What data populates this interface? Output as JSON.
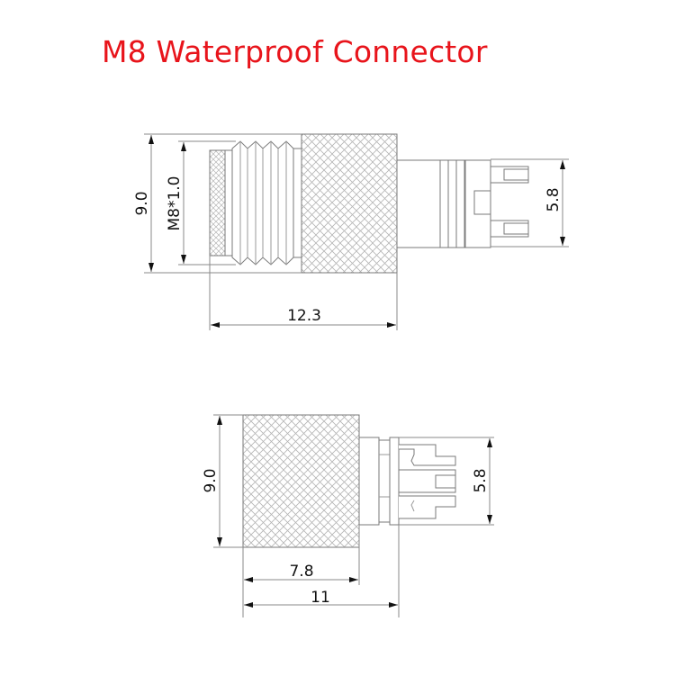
{
  "title": "M8 Waterproof Connector",
  "colors": {
    "title": "#e8141b",
    "lines": "#8a8a8a",
    "text": "#111111"
  },
  "top_view": {
    "dims": {
      "overall_diameter": "9.0",
      "thread": "M8*1.0",
      "pin_width": "5.8",
      "length": "12.3"
    }
  },
  "bottom_view": {
    "dims": {
      "overall_diameter": "9.0",
      "pin_width": "5.8",
      "knurl_length": "7.8",
      "total_length": "11"
    }
  }
}
